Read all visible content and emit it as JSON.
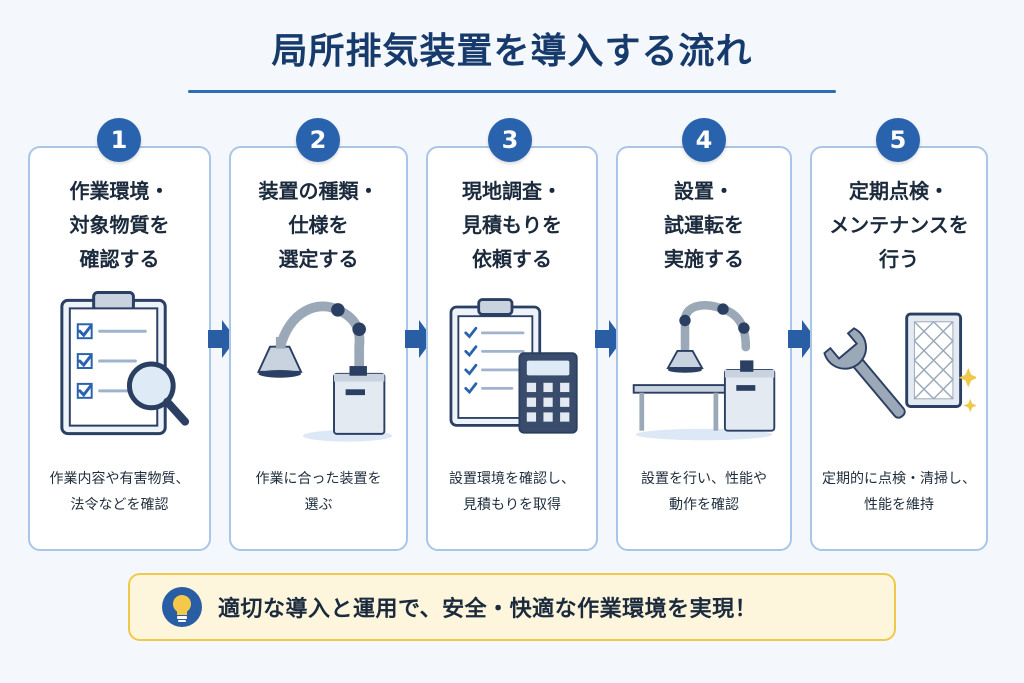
{
  "title": "局所排気装置を導入する流れ",
  "colors": {
    "accent": "#2a63ad",
    "card_border": "#a9c6e6",
    "banner_bg": "#fdf6dc",
    "banner_border": "#f0c94a"
  },
  "steps": [
    {
      "number": "1",
      "title_lines": [
        "作業環境・",
        "対象物質を",
        "確認する"
      ],
      "icon": "clipboard-magnifier-icon",
      "desc_lines": [
        "作業内容や有害物質、",
        "法令などを確認"
      ]
    },
    {
      "number": "2",
      "title_lines": [
        "装置の種類・",
        "仕様を",
        "選定する"
      ],
      "icon": "exhaust-arm-unit-icon",
      "desc_lines": [
        "作業に合った装置を",
        "選ぶ"
      ]
    },
    {
      "number": "3",
      "title_lines": [
        "現地調査・",
        "見積もりを",
        "依頼する"
      ],
      "icon": "checklist-calculator-icon",
      "desc_lines": [
        "設置環境を確認し、",
        "見積もりを取得"
      ]
    },
    {
      "number": "4",
      "title_lines": [
        "設置・",
        "試運転を",
        "実施する"
      ],
      "icon": "installed-exhaust-table-icon",
      "desc_lines": [
        "設置を行い、性能や",
        "動作を確認"
      ]
    },
    {
      "number": "5",
      "title_lines": [
        "定期点検・",
        "メンテナンスを",
        "行う"
      ],
      "icon": "wrench-filter-icon",
      "desc_lines": [
        "定期的に点検・清掃し、",
        "性能を維持"
      ]
    }
  ],
  "banner": {
    "icon": "lightbulb-icon",
    "text": "適切な導入と運用で、安全・快適な作業環境を実現！"
  }
}
